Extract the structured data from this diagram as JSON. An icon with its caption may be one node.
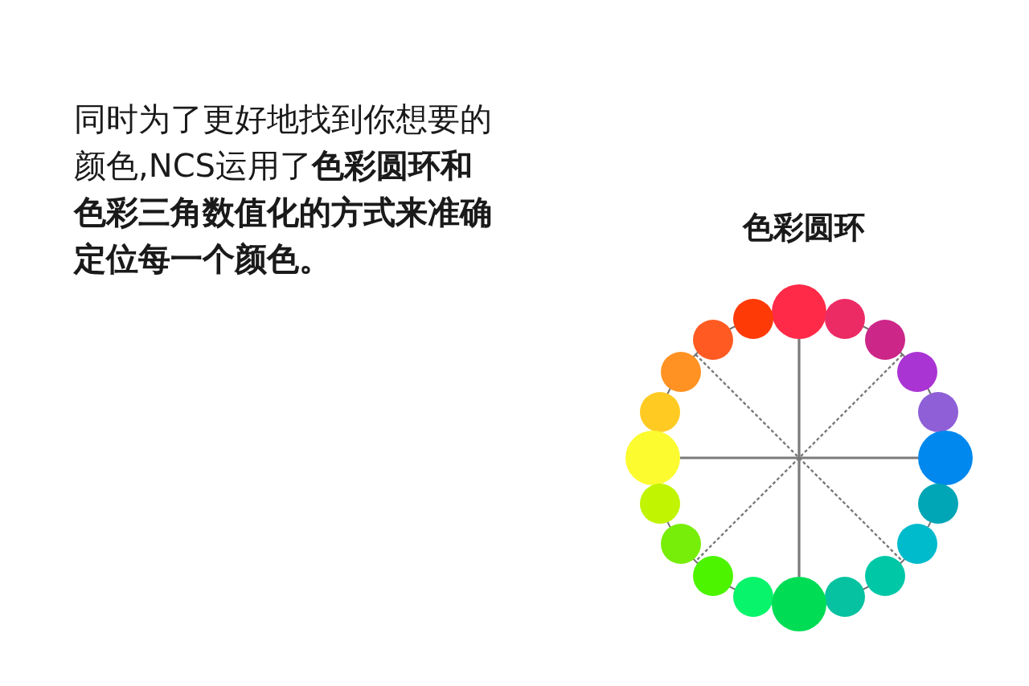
{
  "diagram": {
    "title": "色彩圆环",
    "nodes": [
      {
        "text": [],
        "shape": "circle"
      },
      {
        "text": [],
        "shape": "circle"
      },
      {
        "text": [],
        "shape": "circle"
      },
      {
        "text": [],
        "shape": "circle"
      },
      {
        "text": [],
        "shape": "circle"
      },
      {
        "text": [],
        "shape": "circle"
      },
      {
        "text": [],
        "shape": "circle"
      },
      {
        "text": [],
        "shape": "circle"
      },
      {
        "text": [],
        "shape": "circle"
      },
      {
        "text": [],
        "shape": "circle"
      },
      {
        "text": [],
        "shape": "circle"
      },
      {
        "text": [],
        "shape": "circle"
      },
      {
        "text": [],
        "shape": "circle"
      },
      {
        "text": [],
        "shape": "circle"
      },
      {
        "text": [],
        "shape": "circle"
      },
      {
        "text": [],
        "shape": "circle"
      },
      {
        "text": [],
        "shape": "circle"
      },
      {
        "text": [],
        "shape": "circle"
      },
      {
        "text": [],
        "shape": "circle"
      },
      {
        "text": [],
        "shape": "circle"
      }
    ],
    "edges": [
      {
        "from": 0,
        "to": 19,
        "arrow": "none"
      },
      {
        "from": 9,
        "to": 10,
        "arrow": "none"
      },
      {
        "from": 3,
        "to": 14,
        "arrow": "none",
        "style": "dashed"
      },
      {
        "from": 4,
        "to": 13,
        "arrow": "none",
        "style": "dashed"
      }
    ],
    "labels": [
      "同时为了更好地找到你想要的颜色,NCS运用了**色彩圆环和色彩三角数值化的方式来准确定位每一个颜色。**"
    ]
  }
}
